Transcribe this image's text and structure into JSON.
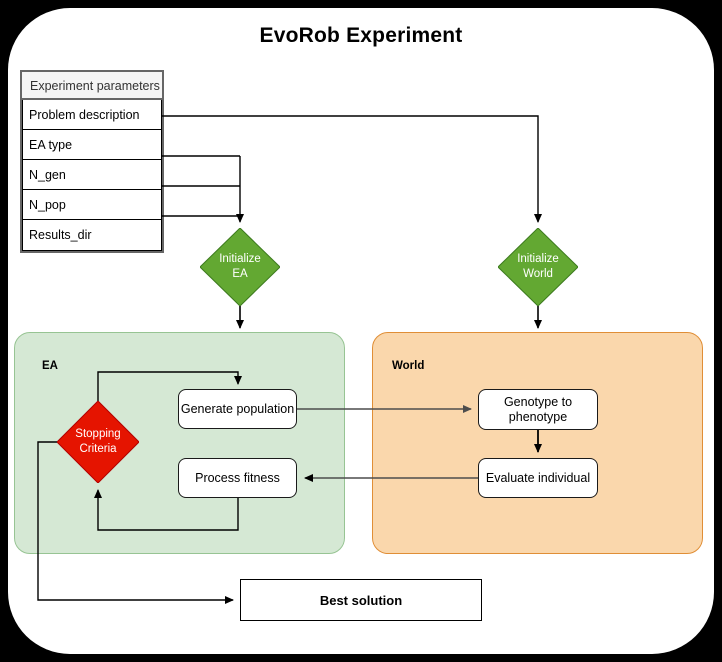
{
  "title": "EvoRob Experiment",
  "parameters_table": {
    "header": "Experiment parameters",
    "rows": [
      {
        "label": "Problem description"
      },
      {
        "label": "EA type"
      },
      {
        "label": "N_gen"
      },
      {
        "label": "N_pop"
      },
      {
        "label": "Results_dir"
      }
    ]
  },
  "nodes": {
    "init_ea": {
      "line1": "Initialize",
      "line2": "EA",
      "shape": "diamond",
      "color": "#63a832"
    },
    "init_world": {
      "line1": "Initialize",
      "line2": "World",
      "shape": "diamond",
      "color": "#63a832"
    },
    "stopping_criteria": {
      "line1": "Stopping",
      "line2": "Criteria",
      "shape": "diamond",
      "color": "#e51400"
    },
    "generate_population": {
      "label": "Generate population",
      "shape": "rounded-rect"
    },
    "process_fitness": {
      "label": "Process fitness",
      "shape": "rounded-rect"
    },
    "genotype_to_phenotype": {
      "line1": "Genotype to",
      "line2": "phenotype",
      "shape": "rounded-rect"
    },
    "evaluate_individual": {
      "label": "Evaluate individual",
      "shape": "rounded-rect"
    },
    "best_solution": {
      "label": "Best solution",
      "shape": "rect"
    }
  },
  "containers": {
    "ea": {
      "label": "EA",
      "fill": "#d5e8d4",
      "stroke": "#97c493"
    },
    "world": {
      "label": "World",
      "fill": "#fad7ac",
      "stroke": "#e08e36"
    }
  },
  "colors": {
    "canvas": "#ffffff",
    "backdrop": "#000000",
    "green_diamond": "#63a832",
    "red_diamond": "#e51400",
    "ea_fill": "#d5e8d4",
    "world_fill": "#fad7ac",
    "edge": "#000000",
    "table_header_fill": "#f5f5f5",
    "table_border": "#666666"
  }
}
